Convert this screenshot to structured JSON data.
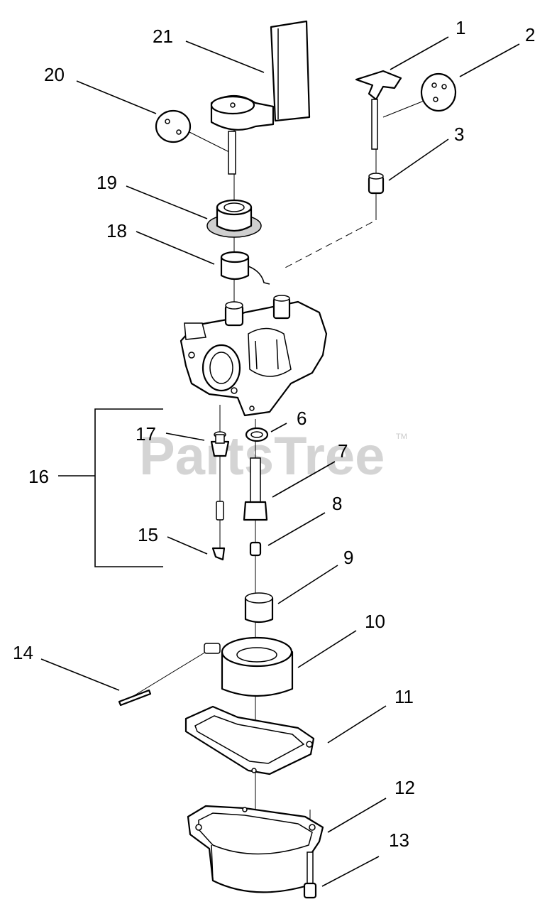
{
  "watermark": {
    "text": "PartsTree",
    "trademark": "TM"
  },
  "callouts": {
    "c1": "1",
    "c2": "2",
    "c3": "3",
    "c6": "6",
    "c7": "7",
    "c8": "8",
    "c9": "9",
    "c10": "10",
    "c11": "11",
    "c12": "12",
    "c13": "13",
    "c14": "14",
    "c15": "15",
    "c16": "16",
    "c17": "17",
    "c18": "18",
    "c19": "19",
    "c20": "20",
    "c21": "21"
  }
}
